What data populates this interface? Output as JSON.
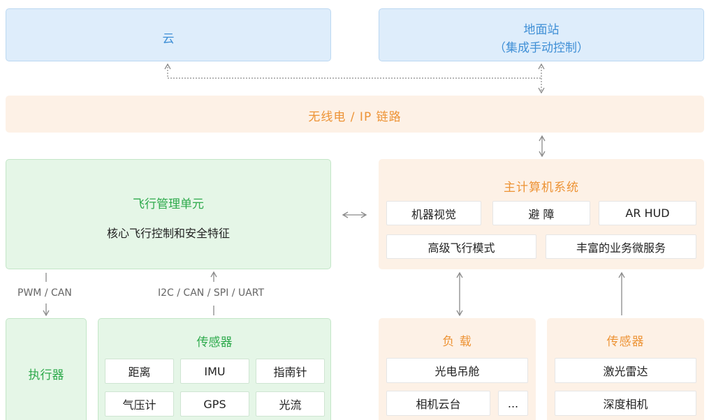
{
  "cloud": {
    "label": "云"
  },
  "ground_station": {
    "line1": "地面站",
    "line2": "（集成手动控制）"
  },
  "link": {
    "label": "无线电 / IP 链路"
  },
  "fmu": {
    "title": "飞行管理单元",
    "subtitle": "核心飞行控制和安全特征"
  },
  "main_computer": {
    "title": "主计算机系统",
    "row1": [
      "机器视觉",
      "避 障",
      "AR HUD"
    ],
    "row2": [
      "高级飞行模式",
      "丰富的业务微服务"
    ]
  },
  "labels": {
    "pwm_can": "PWM / CAN",
    "bus": "I2C / CAN / SPI / UART"
  },
  "actuator": {
    "label": "执行器"
  },
  "fmu_sensors": {
    "title": "传感器",
    "items": [
      "距离",
      "IMU",
      "指南针",
      "气压计",
      "GPS",
      "光流"
    ]
  },
  "payload": {
    "title": "负 载",
    "items": [
      "光电吊舱",
      "相机云台",
      "..."
    ]
  },
  "mc_sensors": {
    "title": "传感器",
    "items": [
      "激光雷达",
      "深度相机"
    ]
  },
  "colors": {
    "blue_text": "#3f8fd6",
    "orange_text": "#ed9335",
    "green_text": "#2eaa4c",
    "blue_fill": "#deedfb",
    "orange_fill": "#fdf1e6",
    "green_fill": "#e5f6e7"
  }
}
